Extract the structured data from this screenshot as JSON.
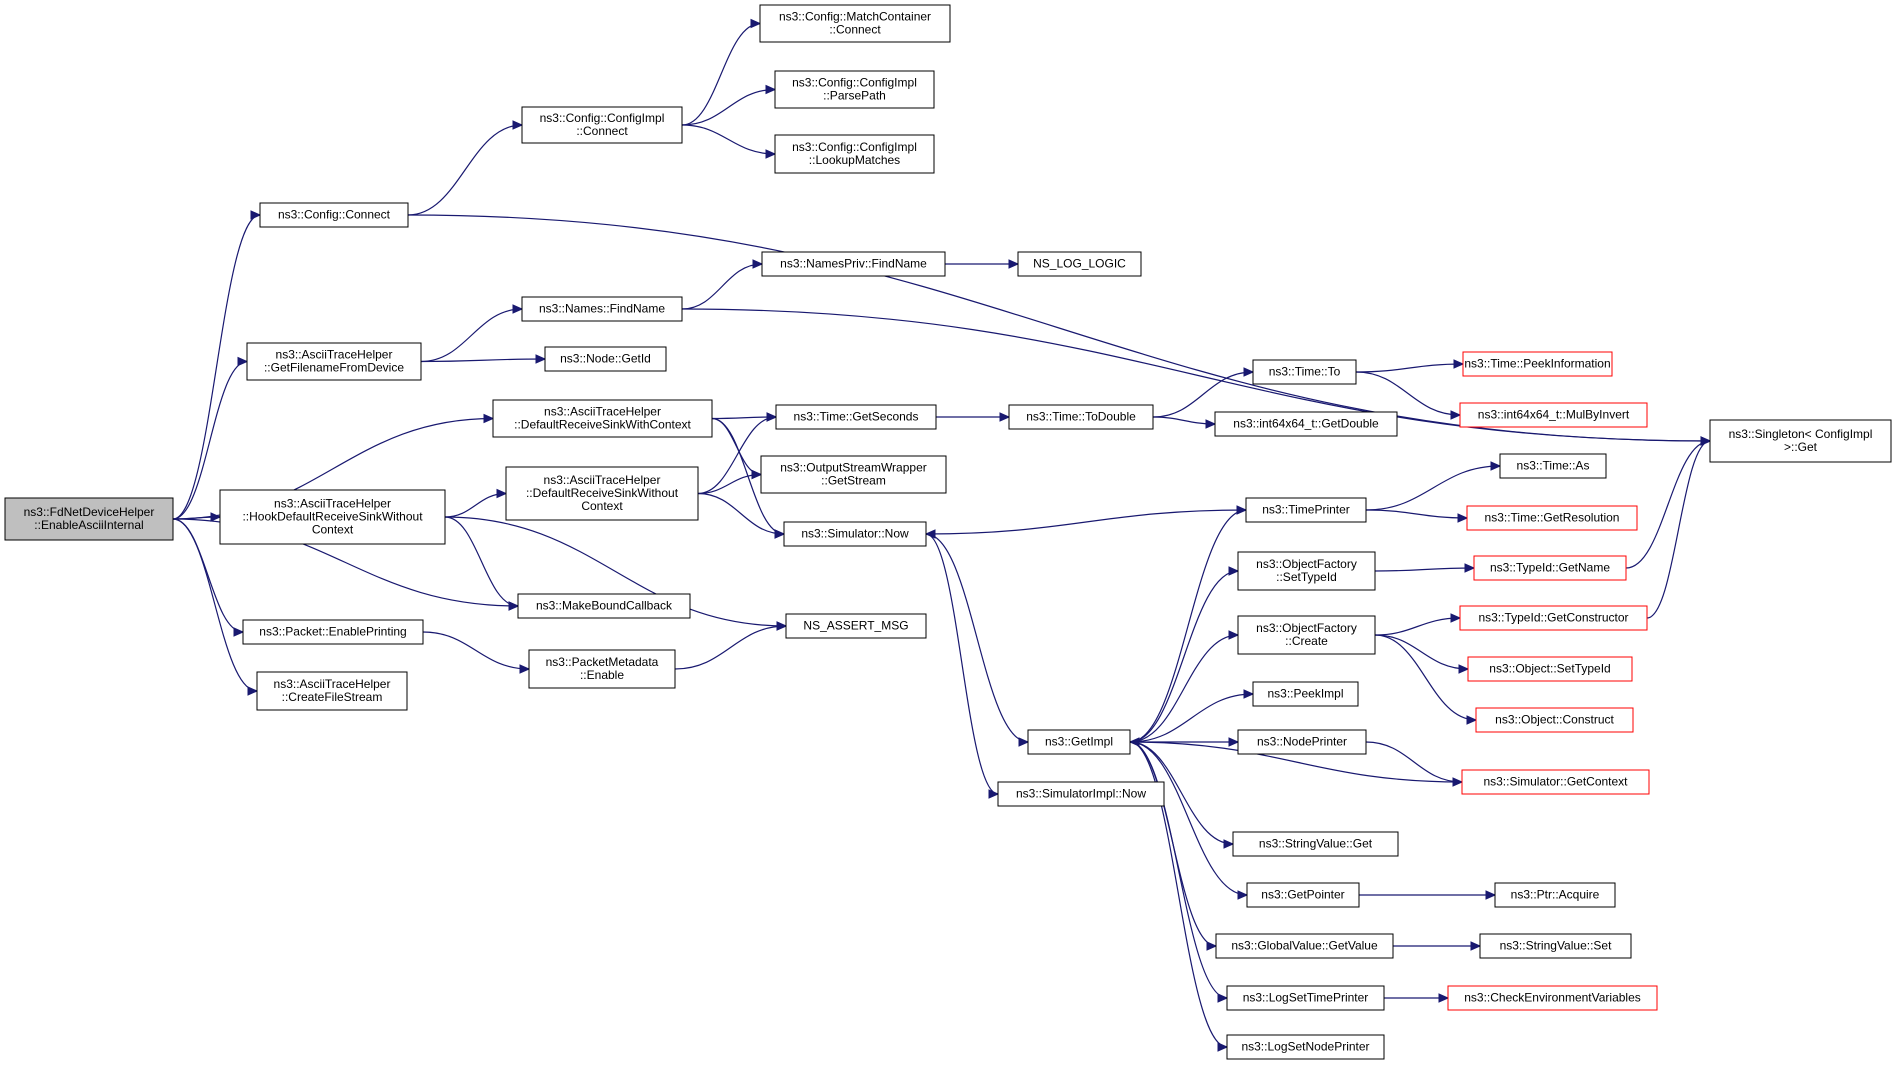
{
  "diagram": {
    "type": "call-graph",
    "edge_color": "#191970",
    "node_border": "#000000",
    "external_border": "#ff0000",
    "root_fill": "#bfbfbf",
    "nodes": [
      {
        "id": "root",
        "lines": [
          "ns3::FdNetDeviceHelper",
          "::EnableAsciiInternal"
        ],
        "style": "root"
      },
      {
        "id": "cfgconnect",
        "lines": [
          "ns3::Config::Connect"
        ]
      },
      {
        "id": "cfgimplconnect",
        "lines": [
          "ns3::Config::ConfigImpl",
          "::Connect"
        ]
      },
      {
        "id": "matchconnect",
        "lines": [
          "ns3::Config::MatchContainer",
          "::Connect"
        ]
      },
      {
        "id": "parsepath",
        "lines": [
          "ns3::Config::ConfigImpl",
          "::ParsePath"
        ]
      },
      {
        "id": "lookupmatches",
        "lines": [
          "ns3::Config::ConfigImpl",
          "::LookupMatches"
        ]
      },
      {
        "id": "singleton",
        "lines": [
          "ns3::Singleton< ConfigImpl",
          ">::Get"
        ]
      },
      {
        "id": "namespriv",
        "lines": [
          "ns3::NamesPriv::FindName"
        ]
      },
      {
        "id": "nslog",
        "lines": [
          "NS_LOG_LOGIC"
        ]
      },
      {
        "id": "namesfind",
        "lines": [
          "ns3::Names::FindName"
        ]
      },
      {
        "id": "getfilename",
        "lines": [
          "ns3::AsciiTraceHelper",
          "::GetFilenameFromDevice"
        ]
      },
      {
        "id": "nodegetid",
        "lines": [
          "ns3::Node::GetId"
        ]
      },
      {
        "id": "defrecvctx",
        "lines": [
          "ns3::AsciiTraceHelper",
          "::DefaultReceiveSinkWithContext"
        ]
      },
      {
        "id": "getseconds",
        "lines": [
          "ns3::Time::GetSeconds"
        ]
      },
      {
        "id": "todouble",
        "lines": [
          "ns3::Time::ToDouble"
        ]
      },
      {
        "id": "timeto",
        "lines": [
          "ns3::Time::To"
        ]
      },
      {
        "id": "peekinfo",
        "lines": [
          "ns3::Time::PeekInformation"
        ],
        "style": "red"
      },
      {
        "id": "mulbyinvert",
        "lines": [
          "ns3::int64x64_t::MulByInvert"
        ],
        "style": "red"
      },
      {
        "id": "getdouble",
        "lines": [
          "ns3::int64x64_t::GetDouble"
        ]
      },
      {
        "id": "hookdefault",
        "lines": [
          "ns3::AsciiTraceHelper",
          "::HookDefaultReceiveSinkWithout",
          "Context"
        ]
      },
      {
        "id": "defrecvnoctx",
        "lines": [
          "ns3::AsciiTraceHelper",
          "::DefaultReceiveSinkWithout",
          "Context"
        ]
      },
      {
        "id": "outstream",
        "lines": [
          "ns3::OutputStreamWrapper",
          "::GetStream"
        ]
      },
      {
        "id": "simnow",
        "lines": [
          "ns3::Simulator::Now"
        ]
      },
      {
        "id": "timeas",
        "lines": [
          "ns3::Time::As"
        ]
      },
      {
        "id": "timeprinter",
        "lines": [
          "ns3::TimePrinter"
        ]
      },
      {
        "id": "getresolution",
        "lines": [
          "ns3::Time::GetResolution"
        ],
        "style": "red"
      },
      {
        "id": "makebound",
        "lines": [
          "ns3::MakeBoundCallback"
        ]
      },
      {
        "id": "settypeid",
        "lines": [
          "ns3::ObjectFactory",
          "::SetTypeId"
        ]
      },
      {
        "id": "typeidgetname",
        "lines": [
          "ns3::TypeId::GetName"
        ],
        "style": "red"
      },
      {
        "id": "pktenable",
        "lines": [
          "ns3::Packet::EnablePrinting"
        ]
      },
      {
        "id": "nsassert",
        "lines": [
          "NS_ASSERT_MSG"
        ]
      },
      {
        "id": "ofcreate",
        "lines": [
          "ns3::ObjectFactory",
          "::Create"
        ]
      },
      {
        "id": "getconstructor",
        "lines": [
          "ns3::TypeId::GetConstructor"
        ],
        "style": "red"
      },
      {
        "id": "pmenable",
        "lines": [
          "ns3::PacketMetadata",
          "::Enable"
        ]
      },
      {
        "id": "objsettypeid",
        "lines": [
          "ns3::Object::SetTypeId"
        ],
        "style": "red"
      },
      {
        "id": "createfile",
        "lines": [
          "ns3::AsciiTraceHelper",
          "::CreateFileStream"
        ]
      },
      {
        "id": "objconstruct",
        "lines": [
          "ns3::Object::Construct"
        ],
        "style": "red"
      },
      {
        "id": "peekimpl",
        "lines": [
          "ns3::PeekImpl"
        ]
      },
      {
        "id": "getimpl",
        "lines": [
          "ns3::GetImpl"
        ]
      },
      {
        "id": "nodeprinter",
        "lines": [
          "ns3::NodePrinter"
        ]
      },
      {
        "id": "getcontext",
        "lines": [
          "ns3::Simulator::GetContext"
        ],
        "style": "red"
      },
      {
        "id": "simimplnow",
        "lines": [
          "ns3::SimulatorImpl::Now"
        ]
      },
      {
        "id": "stringget",
        "lines": [
          "ns3::StringValue::Get"
        ]
      },
      {
        "id": "getpointer",
        "lines": [
          "ns3::GetPointer"
        ]
      },
      {
        "id": "ptracquire",
        "lines": [
          "ns3::Ptr::Acquire"
        ]
      },
      {
        "id": "globalget",
        "lines": [
          "ns3::GlobalValue::GetValue"
        ]
      },
      {
        "id": "stringset",
        "lines": [
          "ns3::StringValue::Set"
        ]
      },
      {
        "id": "logsettime",
        "lines": [
          "ns3::LogSetTimePrinter"
        ]
      },
      {
        "id": "checkenv",
        "lines": [
          "ns3::CheckEnvironmentVariables"
        ],
        "style": "red"
      },
      {
        "id": "logsetnode",
        "lines": [
          "ns3::LogSetNodePrinter"
        ]
      }
    ],
    "edges": [
      [
        "root",
        "cfgconnect"
      ],
      [
        "root",
        "getfilename"
      ],
      [
        "root",
        "defrecvctx"
      ],
      [
        "root",
        "hookdefault"
      ],
      [
        "root",
        "makebound"
      ],
      [
        "root",
        "pktenable"
      ],
      [
        "root",
        "createfile"
      ],
      [
        "cfgconnect",
        "cfgimplconnect"
      ],
      [
        "cfgconnect",
        "singleton"
      ],
      [
        "cfgimplconnect",
        "matchconnect"
      ],
      [
        "cfgimplconnect",
        "parsepath"
      ],
      [
        "cfgimplconnect",
        "lookupmatches"
      ],
      [
        "getfilename",
        "namesfind"
      ],
      [
        "getfilename",
        "nodegetid"
      ],
      [
        "namesfind",
        "namespriv"
      ],
      [
        "namesfind",
        "singleton"
      ],
      [
        "namespriv",
        "nslog"
      ],
      [
        "defrecvctx",
        "getseconds"
      ],
      [
        "defrecvctx",
        "outstream"
      ],
      [
        "defrecvctx",
        "simnow"
      ],
      [
        "hookdefault",
        "defrecvnoctx"
      ],
      [
        "hookdefault",
        "makebound"
      ],
      [
        "hookdefault",
        "nsassert"
      ],
      [
        "defrecvnoctx",
        "getseconds"
      ],
      [
        "defrecvnoctx",
        "outstream"
      ],
      [
        "defrecvnoctx",
        "simnow"
      ],
      [
        "getseconds",
        "todouble"
      ],
      [
        "todouble",
        "timeto"
      ],
      [
        "todouble",
        "getdouble"
      ],
      [
        "timeto",
        "peekinfo"
      ],
      [
        "timeto",
        "mulbyinvert"
      ],
      [
        "pktenable",
        "pmenable"
      ],
      [
        "pmenable",
        "nsassert"
      ],
      [
        "simnow",
        "getimpl"
      ],
      [
        "simnow",
        "simimplnow"
      ],
      [
        "getimpl",
        "timeprinter"
      ],
      [
        "getimpl",
        "settypeid"
      ],
      [
        "getimpl",
        "ofcreate"
      ],
      [
        "getimpl",
        "peekimpl"
      ],
      [
        "getimpl",
        "nodeprinter"
      ],
      [
        "getimpl",
        "stringget"
      ],
      [
        "getimpl",
        "getpointer"
      ],
      [
        "getimpl",
        "globalget"
      ],
      [
        "getimpl",
        "logsettime"
      ],
      [
        "getimpl",
        "logsetnode"
      ],
      [
        "timeprinter",
        "simnow"
      ],
      [
        "timeprinter",
        "timeas"
      ],
      [
        "timeprinter",
        "getresolution"
      ],
      [
        "settypeid",
        "typeidgetname"
      ],
      [
        "typeidgetname",
        "singleton"
      ],
      [
        "ofcreate",
        "getconstructor"
      ],
      [
        "ofcreate",
        "objsettypeid"
      ],
      [
        "ofcreate",
        "objconstruct"
      ],
      [
        "getconstructor",
        "singleton"
      ],
      [
        "nodeprinter",
        "getcontext"
      ],
      [
        "getcontext",
        "getimpl"
      ],
      [
        "getpointer",
        "ptracquire"
      ],
      [
        "globalget",
        "stringset"
      ],
      [
        "logsettime",
        "checkenv"
      ]
    ]
  }
}
